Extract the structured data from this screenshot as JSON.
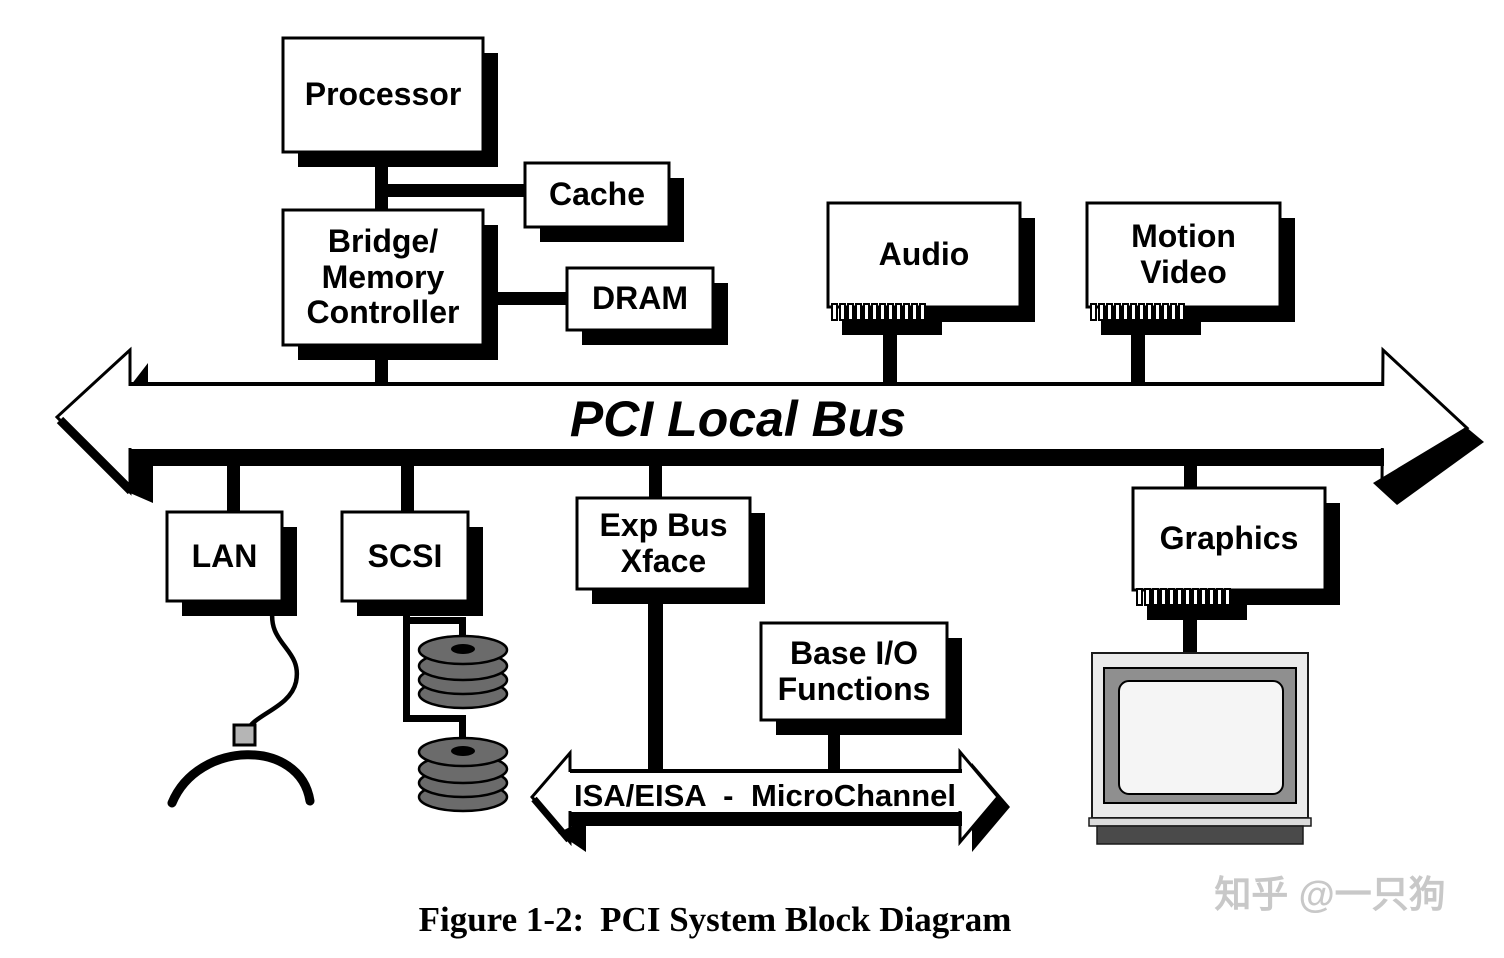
{
  "figure": {
    "caption_prefix": "Figure 1-2:",
    "caption_text": "PCI System Block Diagram"
  },
  "watermark": {
    "text": "知乎 @一只狗",
    "color": "#c8c8c8"
  },
  "buses": {
    "pci": {
      "label": "PCI Local Bus"
    },
    "expansion": {
      "label": "ISA/EISA - MicroChannel"
    }
  },
  "blocks": {
    "processor": {
      "label": "Processor"
    },
    "cache": {
      "label": "Cache"
    },
    "bridge": {
      "lines": [
        "Bridge/",
        "Memory",
        "Controller"
      ]
    },
    "dram": {
      "label": "DRAM"
    },
    "audio": {
      "label": "Audio"
    },
    "motion_video": {
      "lines": [
        "Motion",
        "Video"
      ]
    },
    "lan": {
      "label": "LAN"
    },
    "scsi": {
      "label": "SCSI"
    },
    "exp_bus_xface": {
      "lines": [
        "Exp Bus",
        "Xface"
      ]
    },
    "base_io": {
      "lines": [
        "Base I/O",
        "Functions"
      ]
    },
    "graphics": {
      "label": "Graphics"
    }
  },
  "icons": {
    "card_edge_connector": "card-edge-teeth",
    "scsi_storage": "disk-stack",
    "lan_cable": "curved-cable-with-tap",
    "display": "crt-monitor"
  },
  "colors": {
    "ink": "#000000",
    "paper": "#ffffff",
    "disk_gray": "#6b6b6b",
    "cable_tap_gray": "#b5b5b5",
    "monitor_bezel": "#eaeaea",
    "monitor_frame": "#8f8f8f",
    "monitor_screen": "#f5f5f5",
    "monitor_base": "#4a4a4a",
    "watermark_gray": "#c8c8c8"
  }
}
